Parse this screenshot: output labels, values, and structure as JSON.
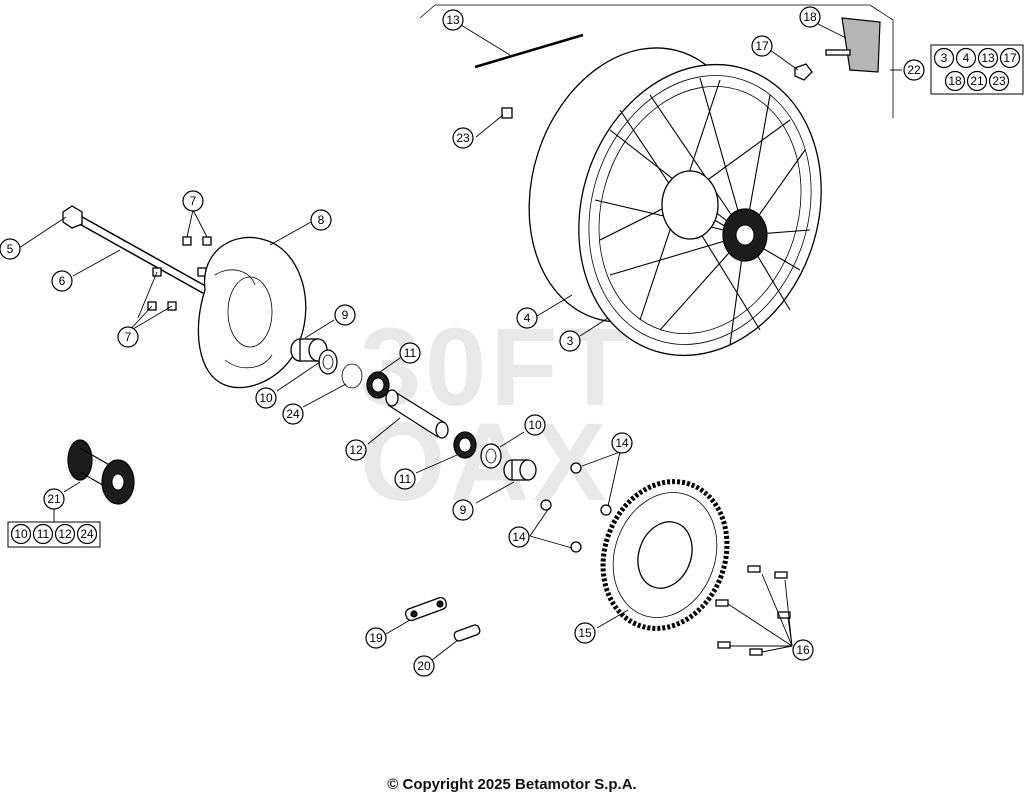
{
  "watermark": {
    "line1": "30FT",
    "line2": "OAX"
  },
  "copyright": "© Copyright 2025 Betamotor S.p.A.",
  "callouts": {
    "c3": "3",
    "c4": "4",
    "c5": "5",
    "c6": "6",
    "c7a": "7",
    "c7b": "7",
    "c8": "8",
    "c9a": "9",
    "c9b": "9",
    "c10a": "10",
    "c10b": "10",
    "c11a": "11",
    "c11b": "11",
    "c12": "12",
    "c13": "13",
    "c14a": "14",
    "c14b": "14",
    "c15": "15",
    "c16": "16",
    "c17": "17",
    "c18": "18",
    "c19": "19",
    "c20": "20",
    "c21": "21",
    "c22": "22",
    "c23": "23",
    "c24": "24"
  },
  "kit22": [
    "3",
    "4",
    "13",
    "17",
    "18",
    "21",
    "23"
  ],
  "kit21": [
    "10",
    "11",
    "12",
    "24"
  ]
}
